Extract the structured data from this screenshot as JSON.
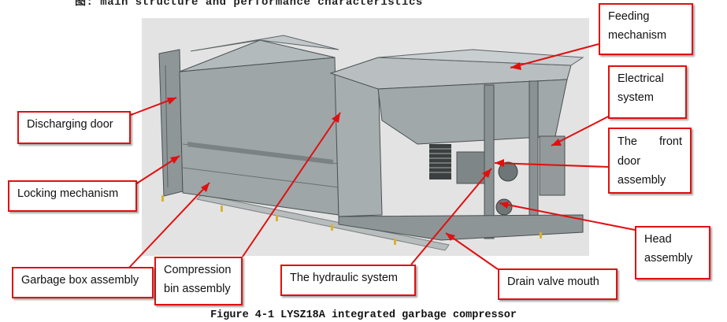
{
  "heading_fragment": "图: main structure and performance characteristics",
  "caption": "Figure 4-1 LYSZ18A integrated garbage compressor",
  "labels": {
    "feeding_mechanism": "Feeding mechanism",
    "electrical_system": "Electrical system",
    "front_door_assembly": "The front door assembly",
    "head_assembly": "Head assembly",
    "drain_valve_mouth": "Drain valve mouth",
    "hydraulic_system": "The hydraulic system",
    "compression_bin_assembly": "Compression bin assembly",
    "garbage_box_assembly": "Garbage box assembly",
    "locking_mechanism": "Locking mechanism",
    "discharging_door": "Discharging door"
  },
  "colors": {
    "callout_border": "#e01010",
    "leader_line": "#e01010",
    "photo_bg": "#e3e3e3",
    "machine_body": "#9ea6a8"
  }
}
